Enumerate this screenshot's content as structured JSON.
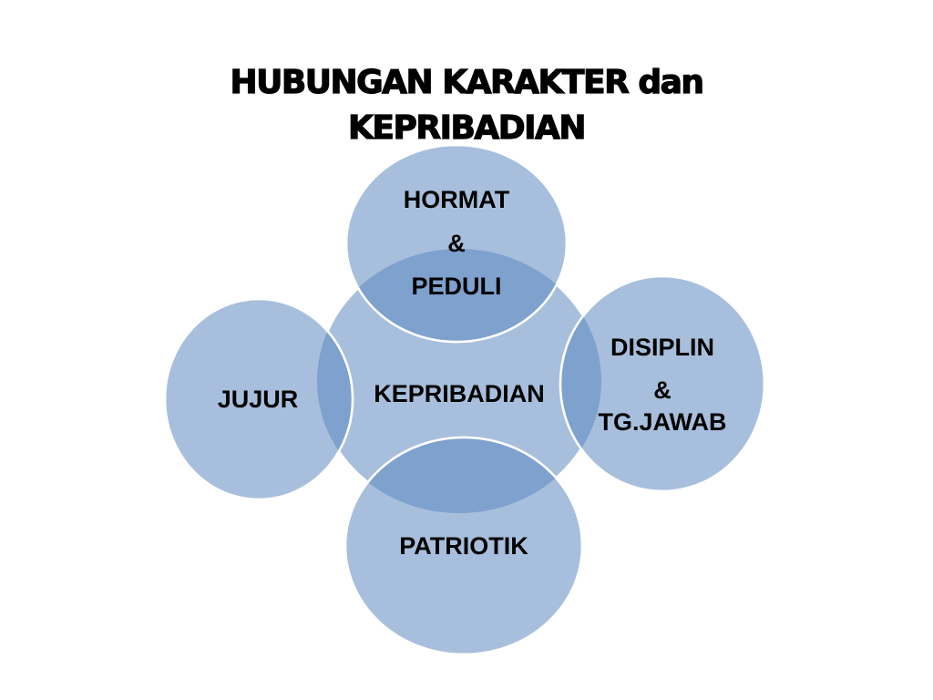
{
  "title": {
    "line1": "HUBUNGAN KARAKTER dan",
    "line2": "KEPRIBADIAN"
  },
  "center": {
    "label": "KEPRIBADIAN"
  },
  "satellites": {
    "top": {
      "line1": "HORMAT",
      "line2": "&",
      "line3": "PEDULI"
    },
    "right": {
      "line1": "DISIPLIN",
      "line2": "&",
      "line3": "TG.JAWAB"
    },
    "bottom": {
      "line1": "PATRIOTIK"
    },
    "left": {
      "line1": "JUJUR"
    }
  },
  "colors": {
    "circle_fill": "#a7bfdc",
    "overlap_fill": "#7ea1cd",
    "circle_stroke": "#ffffff",
    "text": "#000000"
  }
}
